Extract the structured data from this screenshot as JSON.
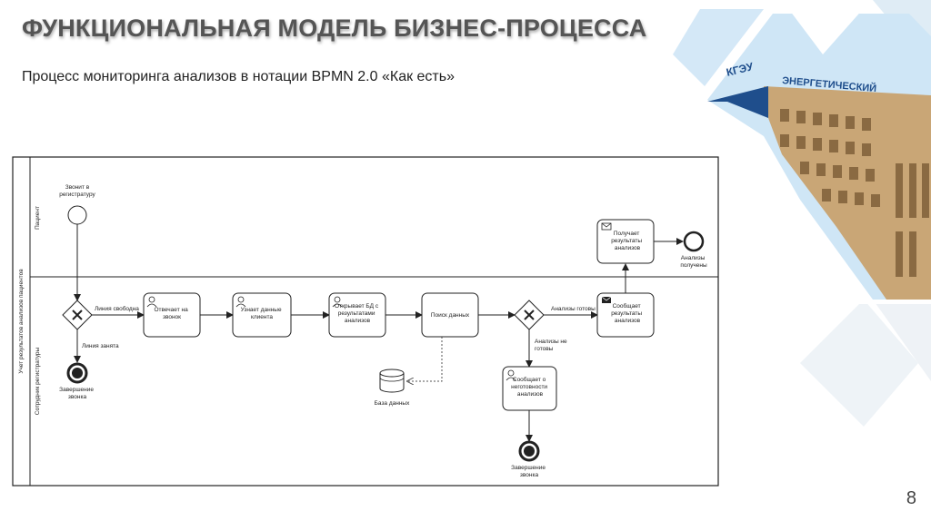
{
  "slide": {
    "title": "ФУНКЦИОНАЛЬНАЯ МОДЕЛЬ БИЗНЕС-ПРОЦЕССА",
    "subtitle": "Процесс мониторинга анализов в нотации BPMN 2.0 «Как есть»",
    "page_number": "8"
  },
  "colors": {
    "photo_sky": "#cfe6f6",
    "building": "#c9a676",
    "building_dark": "#8a6a42",
    "sign_blue": "#1f4e8c"
  },
  "photo": {
    "sign_left": "КГЭУ",
    "sign_right": "ЭНЕРГЕТИЧЕСКИЙ"
  },
  "diagram": {
    "pool_label": "Учет результатов анализов пациентов",
    "lanes": {
      "patient": "Пациент",
      "staff": "Сотрудник регистратуры"
    },
    "start": "Звонит в регистратуру",
    "end_busy": [
      "Завершение",
      "звонка"
    ],
    "end_notready": [
      "Завершение",
      "звонка"
    ],
    "end_received": [
      "Анализы",
      "получены"
    ],
    "flows": {
      "line_free": "Линия свободна",
      "line_busy": "Линия занята",
      "ready": "Анализы готовы",
      "not_ready": [
        "Анализы не",
        "готовы"
      ]
    },
    "tasks": {
      "answers": [
        "Отвечает на",
        "звонок"
      ],
      "client": [
        "Узнает данные",
        "клиента"
      ],
      "opendb": [
        "Открывает БД с",
        "результатами",
        "анализов"
      ],
      "search": [
        "Поиск данных"
      ],
      "notready": [
        "Сообщает о",
        "неготовности",
        "анализов"
      ],
      "results": [
        "Сообщает",
        "результаты",
        "анализов"
      ],
      "receive": [
        "Получает",
        "результаты",
        "анализов"
      ]
    },
    "database": "База данных"
  }
}
